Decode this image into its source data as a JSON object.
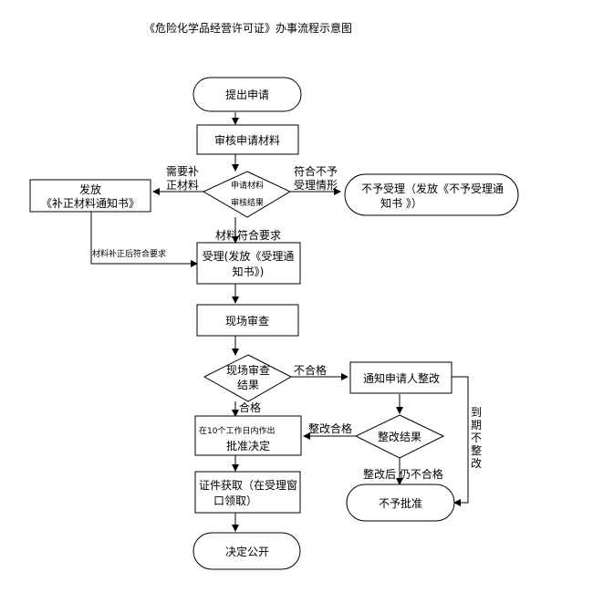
{
  "title": "《危险化学品经营许可证》办事流程示意图",
  "nodes": {
    "start": "提出申请",
    "review": "审核申请材料",
    "review_result_1": "申请材料",
    "review_result_2": "审核结果",
    "supplement_1": "发放",
    "supplement_2": "《补正材料通知书》",
    "reject_1": "不予受理（发放《不予受理通",
    "reject_2": "知书 》）",
    "accept_1": "受理(发放《受理通",
    "accept_2": "知书》)",
    "onsite": "现场审查",
    "onsite_result_1": "现场审查",
    "onsite_result_2": "结果",
    "notify": "通知申请人整改",
    "decision_1": "在10个工作日内作出",
    "decision_2": "批准决定",
    "rectify_result": "整改结果",
    "certificate_1": "证件获取（在受理窗",
    "certificate_2": "口领取）",
    "deny": "不予批准",
    "publish": "决定公开"
  },
  "edges": {
    "need_supplement_1": "需要补",
    "need_supplement_2": "正材料",
    "not_accept_1": "符合不予",
    "not_accept_2": "受理情形",
    "meets": "材料符合要求",
    "after_supplement": "材料补正后符合要求",
    "fail": "不合格",
    "pass": "合格",
    "rectify_pass": "整改合格",
    "still_fail": "整改后 仍不合格",
    "overdue": [
      "到",
      "期",
      "不",
      "整",
      "改"
    ]
  }
}
